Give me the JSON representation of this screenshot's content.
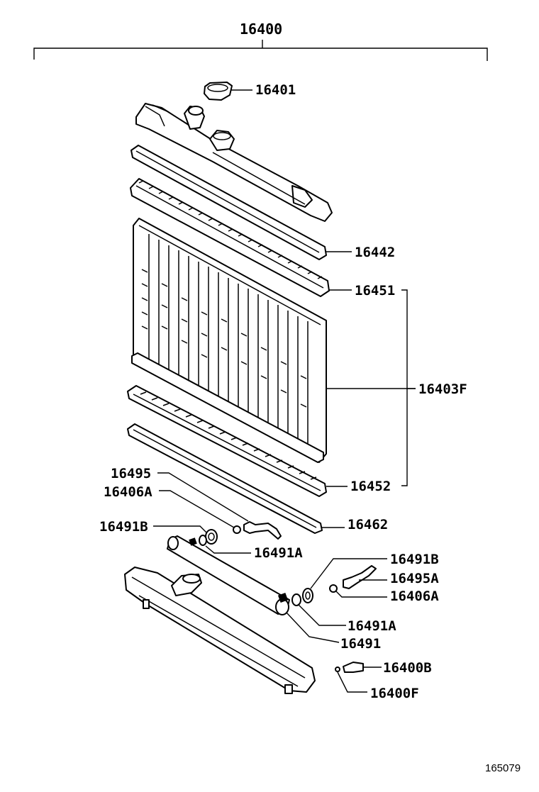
{
  "diagram": {
    "assembly_number": "16400",
    "reference_code": "165079",
    "parts": {
      "p16401": "16401",
      "p16442": "16442",
      "p16451": "16451",
      "p16403F": "16403F",
      "p16495": "16495",
      "p16406A_left": "16406A",
      "p16452": "16452",
      "p16491B_left": "16491B",
      "p16462": "16462",
      "p16491A_left": "16491A",
      "p16491B_right": "16491B",
      "p16495A": "16495A",
      "p16406A_right": "16406A",
      "p16491A_right": "16491A",
      "p16491": "16491",
      "p16400B": "16400B",
      "p16400F": "16400F"
    }
  }
}
